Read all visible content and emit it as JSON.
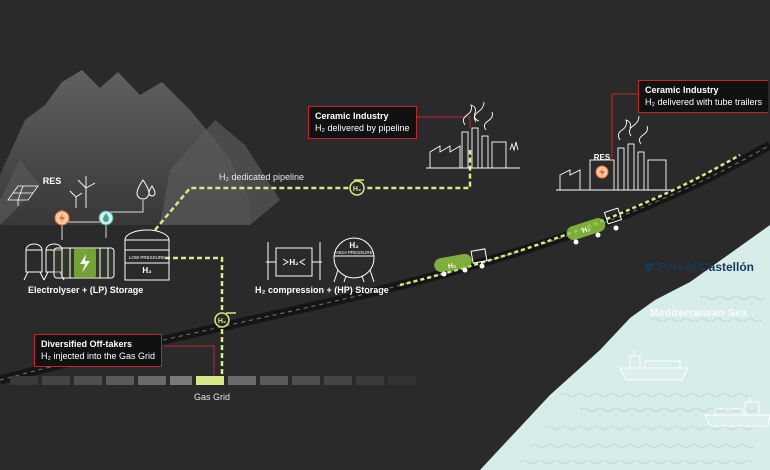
{
  "callouts": {
    "ceramic_pipeline": {
      "title": "Ceramic Industry",
      "text": "H₂ delivered by pipeline"
    },
    "ceramic_trailers": {
      "title": "Ceramic Industry",
      "text": "H₂ delivered with tube trailers"
    },
    "offtakers": {
      "title": "Diversified Off-takers",
      "text": "H₂ injected into the Gas Grid"
    }
  },
  "labels": {
    "pipeline": "H₂ dedicated pipeline",
    "electrolyser": "Electrolyser + (LP) Storage",
    "compression": "H₂ compression + (HP) Storage",
    "gas_grid": "Gas Grid",
    "port": "Port of Castellón",
    "sea": "Mediterranean Sea",
    "res_left": "RES",
    "res_factory": "RES",
    "low_pressure": "LOW PRESSURE",
    "high_pressure": "HIGH PRESSURE",
    "h2": "H₂"
  },
  "colors": {
    "background": "#2a2a2a",
    "sea": "#d7ede9",
    "pipeline": "#d6e887",
    "callout_border": "#c0272d",
    "accent_green": "#8dc63f",
    "line": "#d9d9d9",
    "port_dot": "#163a5a"
  },
  "icons": [
    "solar-panel-icon",
    "wind-turbine-icon",
    "water-drop-icon",
    "power-icon",
    "valve-icon",
    "truck-icon",
    "factory-icon",
    "ship-icon",
    "location-dot-icon"
  ]
}
